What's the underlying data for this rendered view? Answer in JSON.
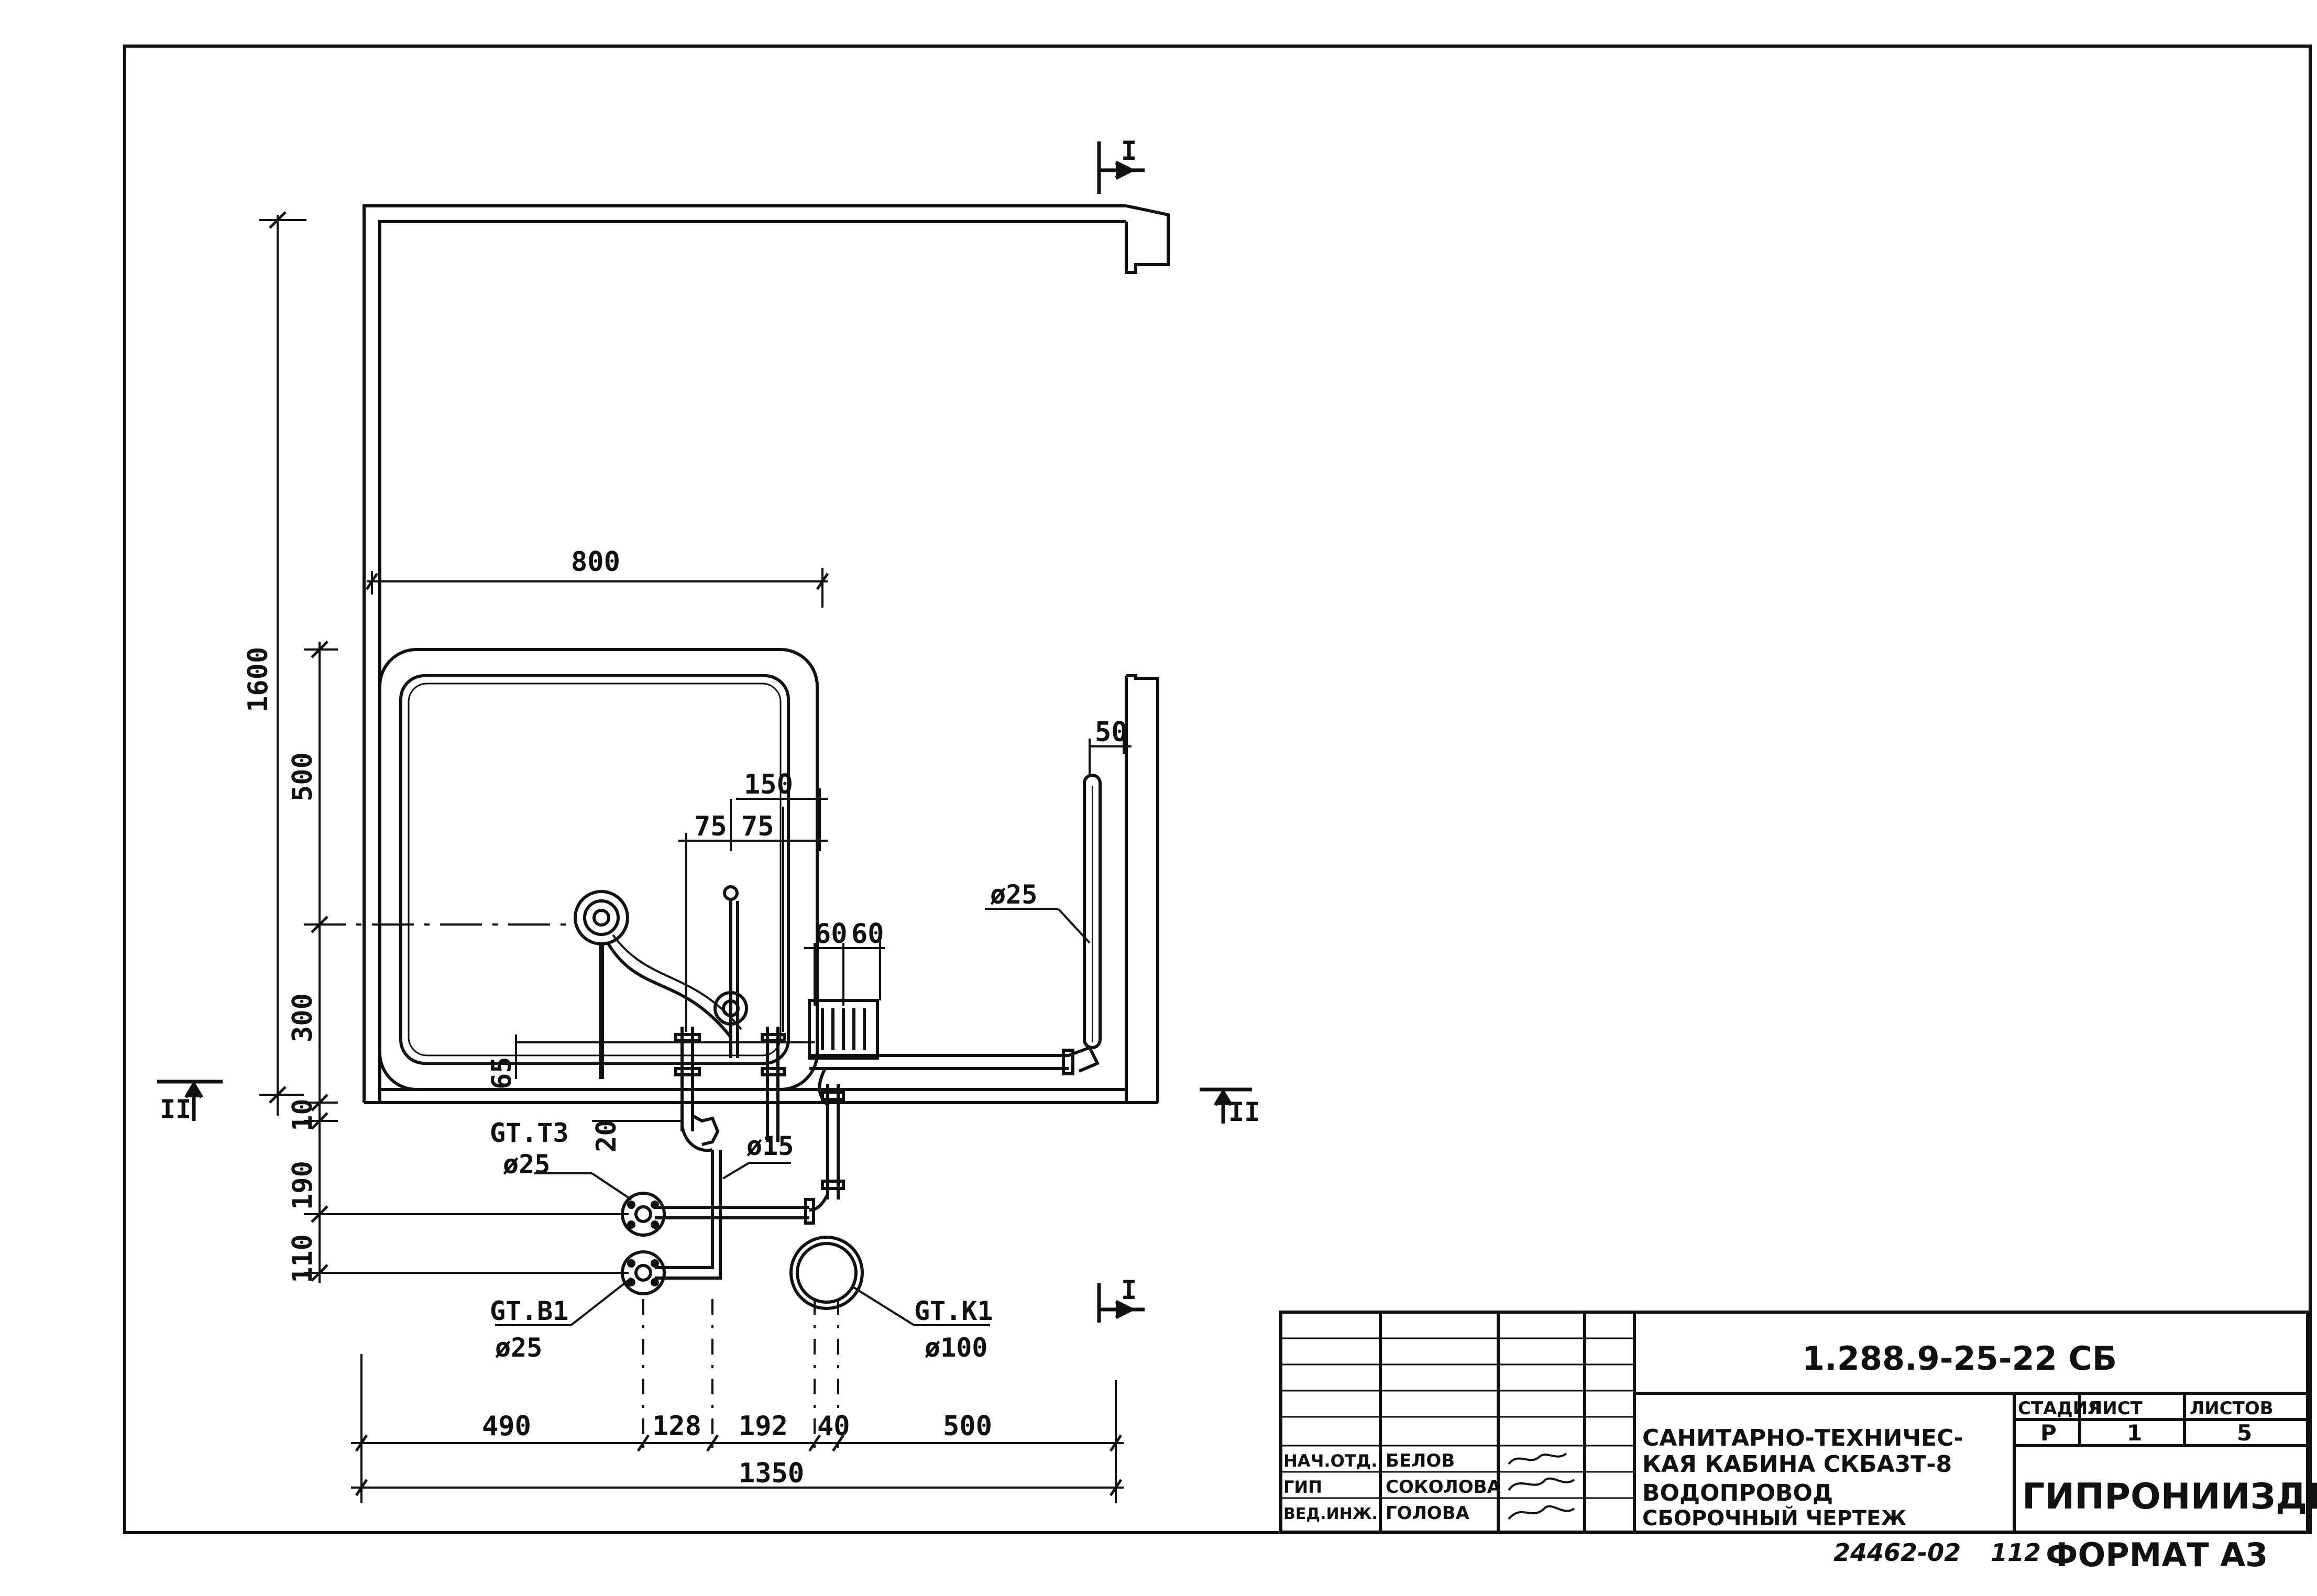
{
  "section_marks": {
    "section_1": "I",
    "section_2": "II"
  },
  "dimensions": {
    "overall_height": "1600",
    "width_top": "800",
    "upper": "500",
    "lower": "300",
    "bottom_gap": "10",
    "row_1": "190",
    "row_2": "110",
    "d65": "65",
    "d20": "20",
    "d75a": "75",
    "d75b": "75",
    "d150": "150",
    "d60a": "60",
    "d60b": "60",
    "d50": "50",
    "bottom_1": "490",
    "bottom_2": "128",
    "bottom_3": "192",
    "bottom_4": "40",
    "bottom_5": "500",
    "bottom_total": "1350"
  },
  "labels": {
    "riser_t3": "GT.T3",
    "riser_t3_dia": "ø25",
    "riser_b1": "GT.B1",
    "riser_b1_dia": "ø25",
    "riser_k1": "GT.K1",
    "riser_k1_dia": "ø100",
    "pipe_25": "ø25",
    "pipe_15": "ø15"
  },
  "title_block": {
    "code": "1.288.9-25-22 СБ",
    "desc_line1": "САНИТАРНО-ТЕХНИЧЕС-",
    "desc_line2": "КАЯ КАБИНА СКБА3Т-8",
    "desc_line3": "ВОДОПРОВОД",
    "desc_line4": "СБОРОЧНЫЙ ЧЕРТЕЖ",
    "stage_header": "СТАДИЯ",
    "sheet_header": "ЛИСТ",
    "sheets_header": "ЛИСТОВ",
    "stage": "Р",
    "sheet": "1",
    "sheets": "5",
    "organization": "ГИПРОНИИЗДРАВ",
    "roles": [
      {
        "role": "НАЧ.ОТД.",
        "name": "БЕЛОВ"
      },
      {
        "role": "ГИП",
        "name": "СОКОЛОВА"
      },
      {
        "role": "ВЕД.ИНЖ.",
        "name": "ГОЛОВА"
      }
    ]
  },
  "footer": {
    "inventory": "24462-02",
    "page_num": "112",
    "format": "ФОРМАТ А3"
  }
}
